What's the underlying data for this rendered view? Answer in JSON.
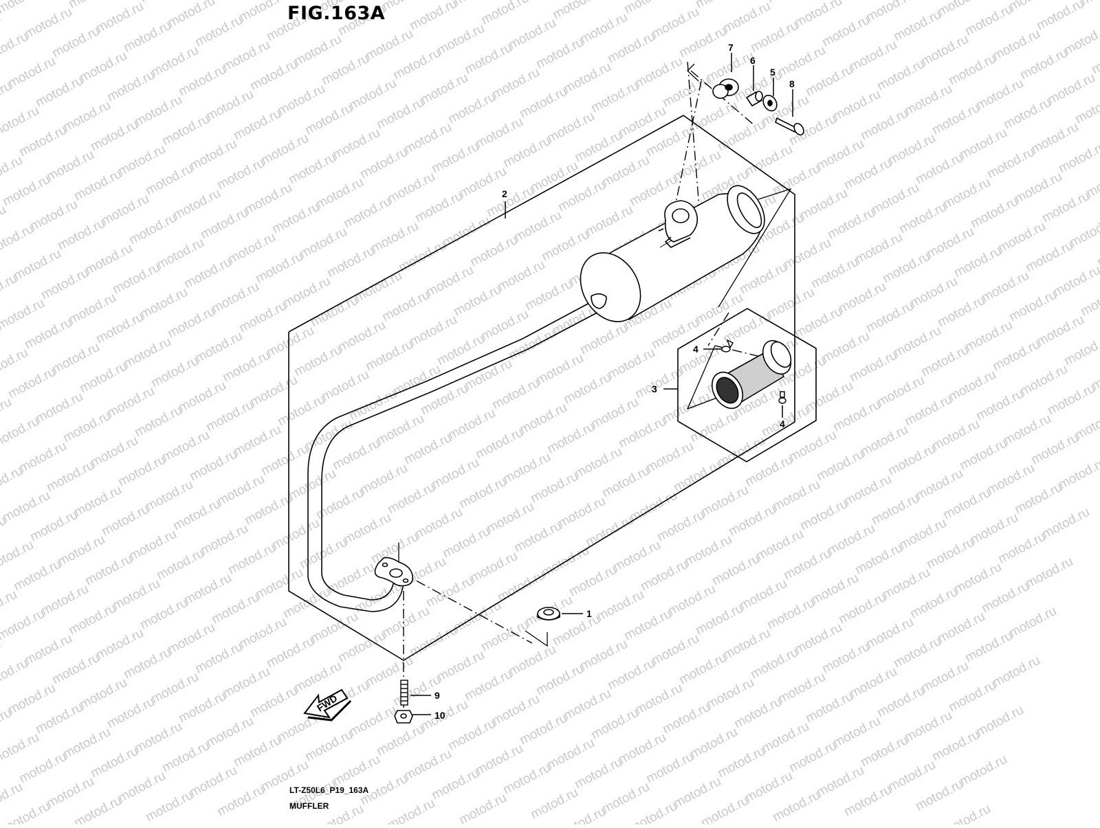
{
  "figure": {
    "title": "FIG.163A",
    "drawing_code": "LT-Z50L6_P19_163A",
    "drawing_name": "MUFFLER"
  },
  "watermark": "motod.ru",
  "direction_label": "FWD",
  "callouts": {
    "c1": "1",
    "c2": "2",
    "c3": "3",
    "c4a": "4",
    "c4b": "4",
    "c5": "5",
    "c6": "6",
    "c7": "7",
    "c8": "8",
    "c9": "9",
    "c10": "10"
  }
}
